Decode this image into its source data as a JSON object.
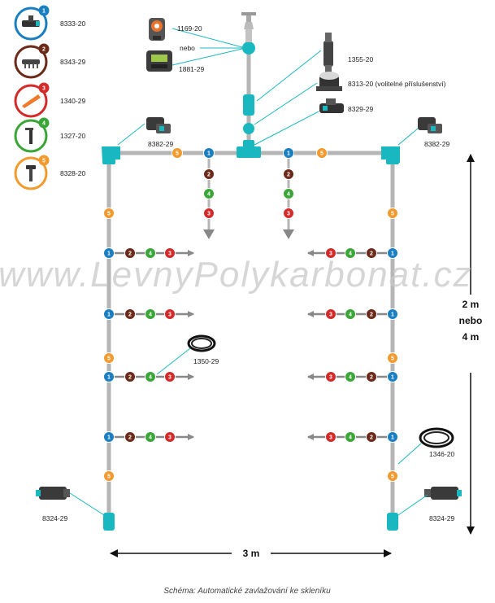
{
  "colors": {
    "pipe": "#b5b5b5",
    "connector": "#19b8c0",
    "arrow": "#888888",
    "1": "#1a7fc1",
    "2": "#6b2a1a",
    "3": "#d42a2a",
    "4": "#3aa637",
    "5": "#f29a2e"
  },
  "legend": [
    {
      "num": "1",
      "code": "8333-20",
      "icon": "t-connector-icon"
    },
    {
      "num": "2",
      "code": "8343-29",
      "icon": "row-dripper-icon"
    },
    {
      "num": "3",
      "code": "1340-29",
      "icon": "spray-nozzle-icon"
    },
    {
      "num": "4",
      "code": "1327-20",
      "icon": "dripper-stake-icon"
    },
    {
      "num": "5",
      "code": "8328-20",
      "icon": "end-stake-icon"
    }
  ],
  "labels": {
    "timer_top": "1169-20",
    "nebo_small": "nebo",
    "timer_bottom": "1881-29",
    "filter": "1355-20",
    "pressure_reducer": "8313-20 (volitelné příslušenství)",
    "t_piece_center": "8329-29",
    "corner_left": "8382-29",
    "corner_right": "8382-29",
    "hose_inner": "1350-29",
    "hose_main": "1346-20",
    "end_left": "8324-29",
    "end_right": "8324-29"
  },
  "dimensions": {
    "height_line1": "2 m",
    "height_line2": "nebo",
    "height_line3": "4 m",
    "width": "3 m"
  },
  "watermark": "www.LevnyPolykarbonat.cz",
  "caption": "Schéma: Automatické zavlažování ke skleníku"
}
